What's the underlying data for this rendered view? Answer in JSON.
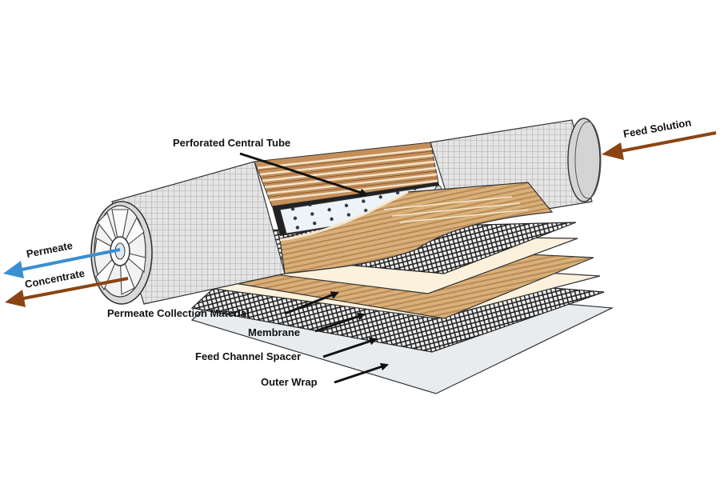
{
  "labels": {
    "perforated_tube": "Perforated Central Tube",
    "feed_solution": "Feed Solution",
    "permeate": "Permeate",
    "concentrate": "Concentrate",
    "permeate_collection": "Permeate Collection Material",
    "membrane": "Membrane",
    "feed_channel_spacer": "Feed Channel Spacer",
    "outer_wrap": "Outer Wrap"
  },
  "colors": {
    "feed_arrow": "#8B4513",
    "concentrate_arrow": "#8B4513",
    "permeate_arrow": "#3A8FD0",
    "membrane_tan": "#D9B07A",
    "membrane_stripe": "#B98A55",
    "collection_cream": "#FBF1DC",
    "outer_wrap": "#E8ECEF",
    "spacer_dark": "#2A2A2A",
    "tube_body": "#E2E2E2"
  }
}
